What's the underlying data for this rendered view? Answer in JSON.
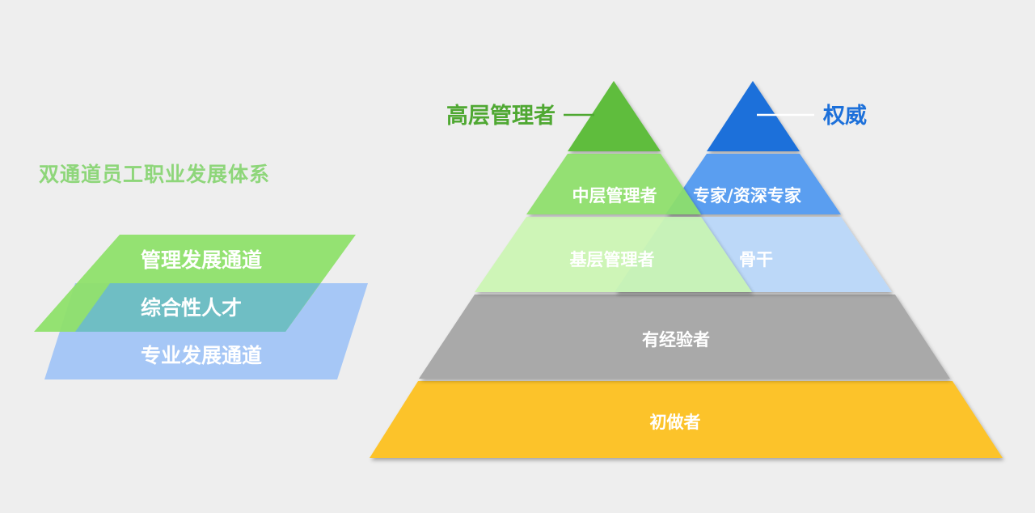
{
  "title": "双通道员工职业发展体系",
  "legend": {
    "management": "管理发展通道",
    "combined": "综合性人才",
    "professional": "专业发展通道"
  },
  "pyramid": {
    "management_track": {
      "top_callout": "高层管理者",
      "middle": "中层管理者",
      "base": "基层管理者"
    },
    "professional_track": {
      "top_callout": "权威",
      "middle": "专家/资深专家",
      "base": "骨干"
    },
    "shared_levels": {
      "experienced": "有经验者",
      "beginner": "初做者"
    }
  },
  "colors": {
    "green_dark": "#5fbd3d",
    "green_mid": "#8ee06a",
    "green_light": "#c9f7ae",
    "blue_dark": "#1c70da",
    "blue_mid": "#5a9ef0",
    "blue_light": "#bcd8f8",
    "gray": "#a9a9a9",
    "yellow": "#fcc32c"
  }
}
